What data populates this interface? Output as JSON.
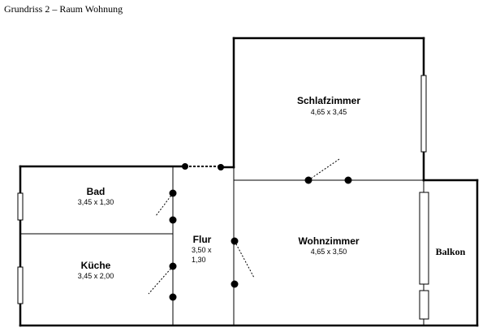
{
  "caption": "Grundriss 2 – Raum Wohnung",
  "rooms": {
    "schlafzimmer": {
      "name": "Schlafzimmer",
      "dimensions": "4,65 x 3,45"
    },
    "wohnzimmer": {
      "name": "Wohnzimmer",
      "dimensions": "4,65 x 3,50"
    },
    "bad": {
      "name": "Bad",
      "dimensions": "3,45 x 1,30"
    },
    "kueche": {
      "name": "Küche",
      "dimensions": "3,45 x 2,00"
    },
    "flur": {
      "name": "Flur",
      "dimensions_line1": "3,50 x",
      "dimensions_line2": "1,30"
    }
  },
  "outside": {
    "balkon": "Balkon"
  }
}
